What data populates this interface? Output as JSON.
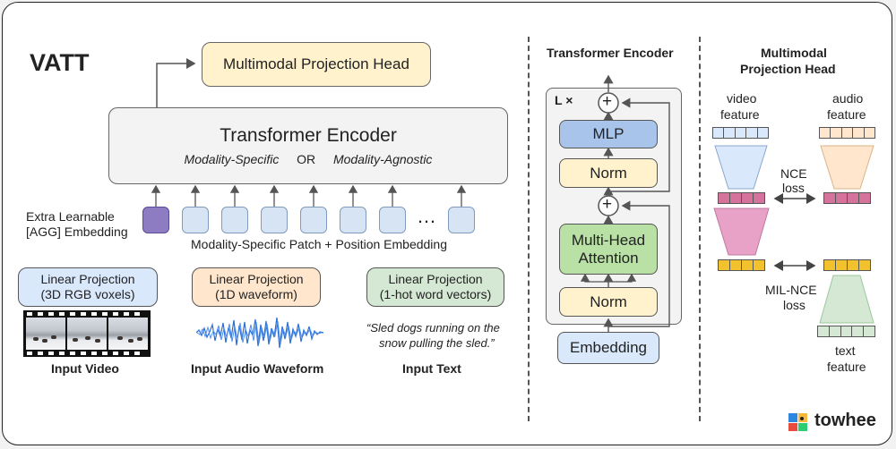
{
  "vatt": {
    "title": "VATT",
    "projection_head": "Multimodal Projection Head",
    "encoder_title": "Transformer Encoder",
    "encoder_sub_a": "Modality-Specific",
    "encoder_sub_or": "OR",
    "encoder_sub_b": "Modality-Agnostic",
    "agg_line1": "Extra Learnable",
    "agg_line2": "[AGG] Embedding",
    "ellipsis": "…",
    "patch_label": "Modality-Specific Patch + Position Embedding",
    "inputs": [
      {
        "proj_line1": "Linear Projection",
        "proj_line2": "(3D RGB voxels)",
        "caption": "Input Video"
      },
      {
        "proj_line1": "Linear Projection",
        "proj_line2": "(1D waveform)",
        "caption": "Input Audio Waveform"
      },
      {
        "proj_line1": "Linear Projection",
        "proj_line2": "(1-hot word vectors)",
        "caption": "Input Text"
      }
    ],
    "text_sample_line1": "“Sled dogs running on the",
    "text_sample_line2": "snow pulling the sled.”"
  },
  "encoder_detail": {
    "title": "Transformer Encoder",
    "repeat": "L ×",
    "mlp": "MLP",
    "norm_top": "Norm",
    "mha_line1": "Multi-Head",
    "mha_line2": "Attention",
    "norm_bottom": "Norm",
    "embedding": "Embedding",
    "plus": "+"
  },
  "projection_detail": {
    "title_line1": "Multimodal",
    "title_line2": "Projection Head",
    "video_line1": "video",
    "video_line2": "feature",
    "audio_line1": "audio",
    "audio_line2": "feature",
    "nce_line1": "NCE",
    "nce_line2": "loss",
    "milnce_line1": "MIL-NCE",
    "milnce_line2": "loss",
    "text_line1": "text",
    "text_line2": "feature"
  },
  "brand": {
    "name": "towhee"
  },
  "colors": {
    "proj_head_fill": "#fff2cc",
    "video_fill": "#dae8fc",
    "audio_fill": "#ffe6cc",
    "text_fill": "#d5e8d4",
    "agg_fill": "#8e7cc3",
    "mlp_fill": "#a9c4eb",
    "norm_fill": "#fff2cc",
    "mha_fill": "#b9e0a5",
    "embedding_fill": "#dae8fc",
    "pink_fill": "#d5739d",
    "yellow_fill": "#f2c12e"
  }
}
